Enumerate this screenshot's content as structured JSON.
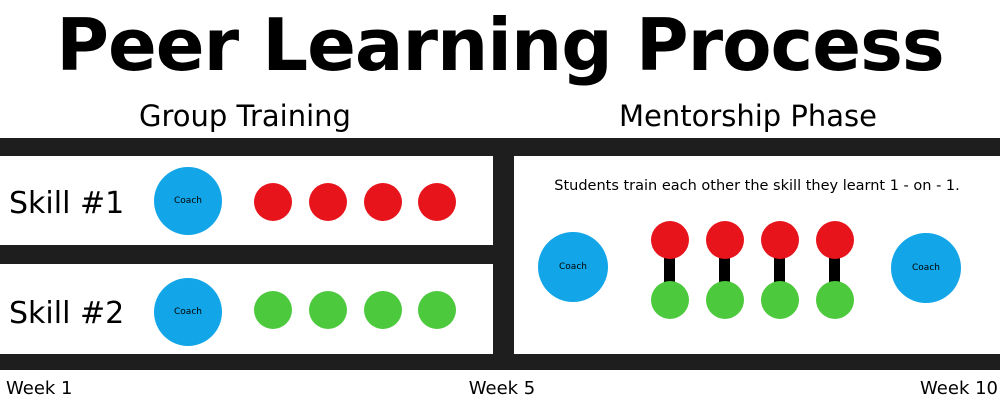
{
  "title": "Peer Learning Process",
  "phases": {
    "group_training": "Group Training",
    "mentorship": "Mentorship Phase"
  },
  "skills": [
    {
      "label": "Skill #1",
      "coach_label": "Coach",
      "student_color": "#e8141c"
    },
    {
      "label": "Skill #2",
      "coach_label": "Coach",
      "student_color": "#4cc93d"
    }
  ],
  "mentorship": {
    "description": "Students train each other the skill they learnt 1 - on - 1.",
    "coach_left_label": "Coach",
    "coach_right_label": "Coach",
    "pair_top_color": "#e8141c",
    "pair_bottom_color": "#4cc93d"
  },
  "timeline": {
    "start": "Week 1",
    "middle": "Week 5",
    "end": "Week 10"
  },
  "colors": {
    "coach": "#12a6e8",
    "frame": "#1e1e1e"
  }
}
